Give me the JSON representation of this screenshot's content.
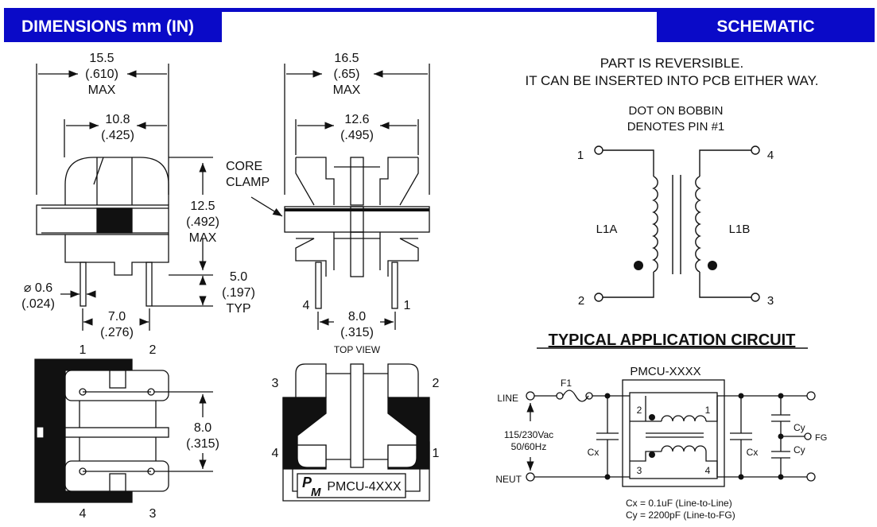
{
  "header": {
    "dimensions": "DIMENSIONS mm (IN)",
    "schematic": "SCHEMATIC"
  },
  "dims": {
    "w_max_mm": "15.5",
    "w_max_in": "(.610)",
    "w_max_note": "MAX",
    "w_in_mm": "10.8",
    "w_in_in": "(.425)",
    "h_mm": "12.5",
    "h_in": "(.492)",
    "h_note": "MAX",
    "pin_len_mm": "5.0",
    "pin_len_in": "(.197)",
    "pin_len_note": "TYP",
    "pin_dia_mm": "⌀ 0.6",
    "pin_dia_in": "(.024)",
    "pitch_mm": "7.0",
    "pitch_in": "(.276)",
    "w2_mm": "16.5",
    "w2_in": "(.65)",
    "w2_note": "MAX",
    "w3_mm": "12.6",
    "w3_in": "(.495)",
    "core_clamp_1": "CORE",
    "core_clamp_2": "CLAMP",
    "pin4": "4",
    "pin1": "1",
    "spacing_mm": "8.0",
    "spacing_in": "(.315)",
    "top_view": "TOP VIEW",
    "b_pin1": "1",
    "b_pin2": "2",
    "b_pin4": "4",
    "b_pin3": "3",
    "b_dim_mm": "8.0",
    "b_dim_in": "(.315)",
    "t_pin3": "3",
    "t_pin2": "2",
    "t_pin4": "4",
    "t_pin1": "1",
    "logo_p": "P",
    "logo_m": "M",
    "part_label": "PMCU-4XXX"
  },
  "schematic": {
    "reversible_1": "PART IS REVERSIBLE.",
    "reversible_2": "IT CAN BE INSERTED INTO PCB EITHER WAY.",
    "dot_1": "DOT ON BOBBIN",
    "dot_2": "DENOTES PIN #1",
    "pin1": "1",
    "pin2": "2",
    "pin3": "3",
    "pin4": "4",
    "l1a": "L1A",
    "l1b": "L1B"
  },
  "application": {
    "title": "TYPICAL APPLICATION CIRCUIT",
    "part": "PMCU-XXXX",
    "line": "LINE",
    "neut": "NEUT",
    "fuse": "F1",
    "voltage": "115/230Vac",
    "freq": "50/60Hz",
    "cx": "Cx",
    "cy": "Cy",
    "fg": "FG",
    "p2": "2",
    "p1": "1",
    "p3": "3",
    "p4": "4",
    "note_cx": "Cx = 0.1uF (Line-to-Line)",
    "note_cy": "Cy = 2200pF (Line-to-FG)"
  }
}
